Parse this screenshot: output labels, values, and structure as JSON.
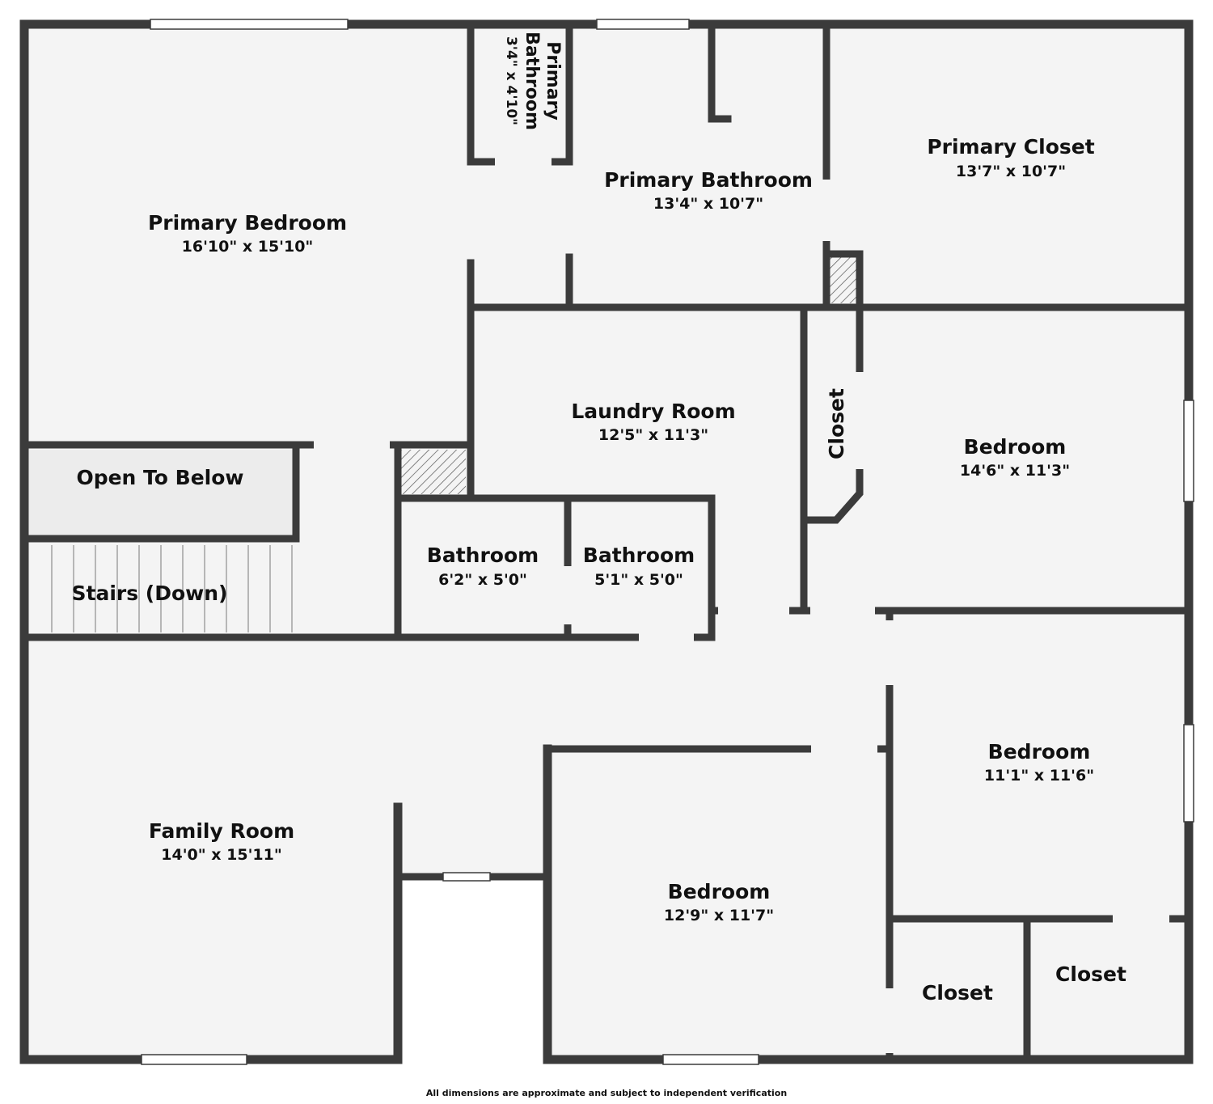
{
  "colors": {
    "wall": "#3b3b3b",
    "floor": "#f4f4f4",
    "open_to_below": "#ececec",
    "background": "#ffffff"
  },
  "rooms": {
    "primary_bedroom": {
      "name": "Primary Bedroom",
      "dims": "16'10\" x 15'10\""
    },
    "primary_bath_wc": {
      "name_1": "Primary",
      "name_2": "Bathroom",
      "dims": "3'4\" x 4'10\""
    },
    "primary_bathroom": {
      "name": "Primary Bathroom",
      "dims": "13'4\" x 10'7\""
    },
    "primary_closet": {
      "name": "Primary Closet",
      "dims": "13'7\" x 10'7\""
    },
    "laundry_room": {
      "name": "Laundry Room",
      "dims": "12'5\" x 11'3\""
    },
    "closet_vertical": {
      "name": "Closet"
    },
    "bedroom_right": {
      "name": "Bedroom",
      "dims": "14'6\" x 11'3\""
    },
    "open_to_below": {
      "name": "Open To Below"
    },
    "stairs": {
      "name": "Stairs (Down)"
    },
    "bathroom_left": {
      "name": "Bathroom",
      "dims": "6'2\" x 5'0\""
    },
    "bathroom_right": {
      "name": "Bathroom",
      "dims": "5'1\" x 5'0\""
    },
    "family_room": {
      "name": "Family Room",
      "dims": "14'0\" x 15'11\""
    },
    "bedroom_lower_right": {
      "name": "Bedroom",
      "dims": "11'1\" x 11'6\""
    },
    "bedroom_center": {
      "name": "Bedroom",
      "dims": "12'9\" x 11'7\""
    },
    "closet_a": {
      "name": "Closet"
    },
    "closet_b": {
      "name": "Closet"
    }
  },
  "footer": {
    "disclaimer": "All dimensions are approximate and subject to independent verification"
  }
}
